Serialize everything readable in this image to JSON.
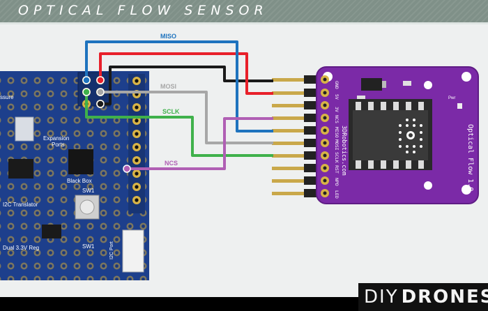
{
  "header": {
    "title": "OPTICAL FLOW SENSOR"
  },
  "brand": {
    "left": "DIY",
    "right": "DRONES"
  },
  "wires": {
    "miso": {
      "label": "MISO",
      "color": "#1e73be"
    },
    "mosi": {
      "label": "MOSI",
      "color": "#a7a7a7"
    },
    "sclk": {
      "label": "SCLK",
      "color": "#3fb14b"
    },
    "ncs": {
      "label": "NCS",
      "color": "#b05fb4"
    },
    "power": {
      "color": "#e8202a"
    },
    "ground": {
      "color": "#1a1a1a"
    }
  },
  "left_board": {
    "color": "#1d3f8c",
    "labels": {
      "pressure": "ssure",
      "expansion": "Expansion",
      "ports": "Ports",
      "black_box": "Black Box",
      "sw1_top": "SW1",
      "i2c_translator": "I2C Translator",
      "reg": "Dual 3.3V Reg",
      "sw1_bottom": "SW1",
      "i2c_port": "I2C Port"
    }
  },
  "sensor_board": {
    "color": "#7b2aa7",
    "title": "Optical Flow 1.0",
    "maker": "3DRobotics.com",
    "pwr_label": "Pwr",
    "pins": [
      "GND",
      "5V",
      "3V",
      "NCS",
      "MISO",
      "MOSI",
      "SCLK",
      "RST",
      "NPD",
      "LED"
    ]
  }
}
